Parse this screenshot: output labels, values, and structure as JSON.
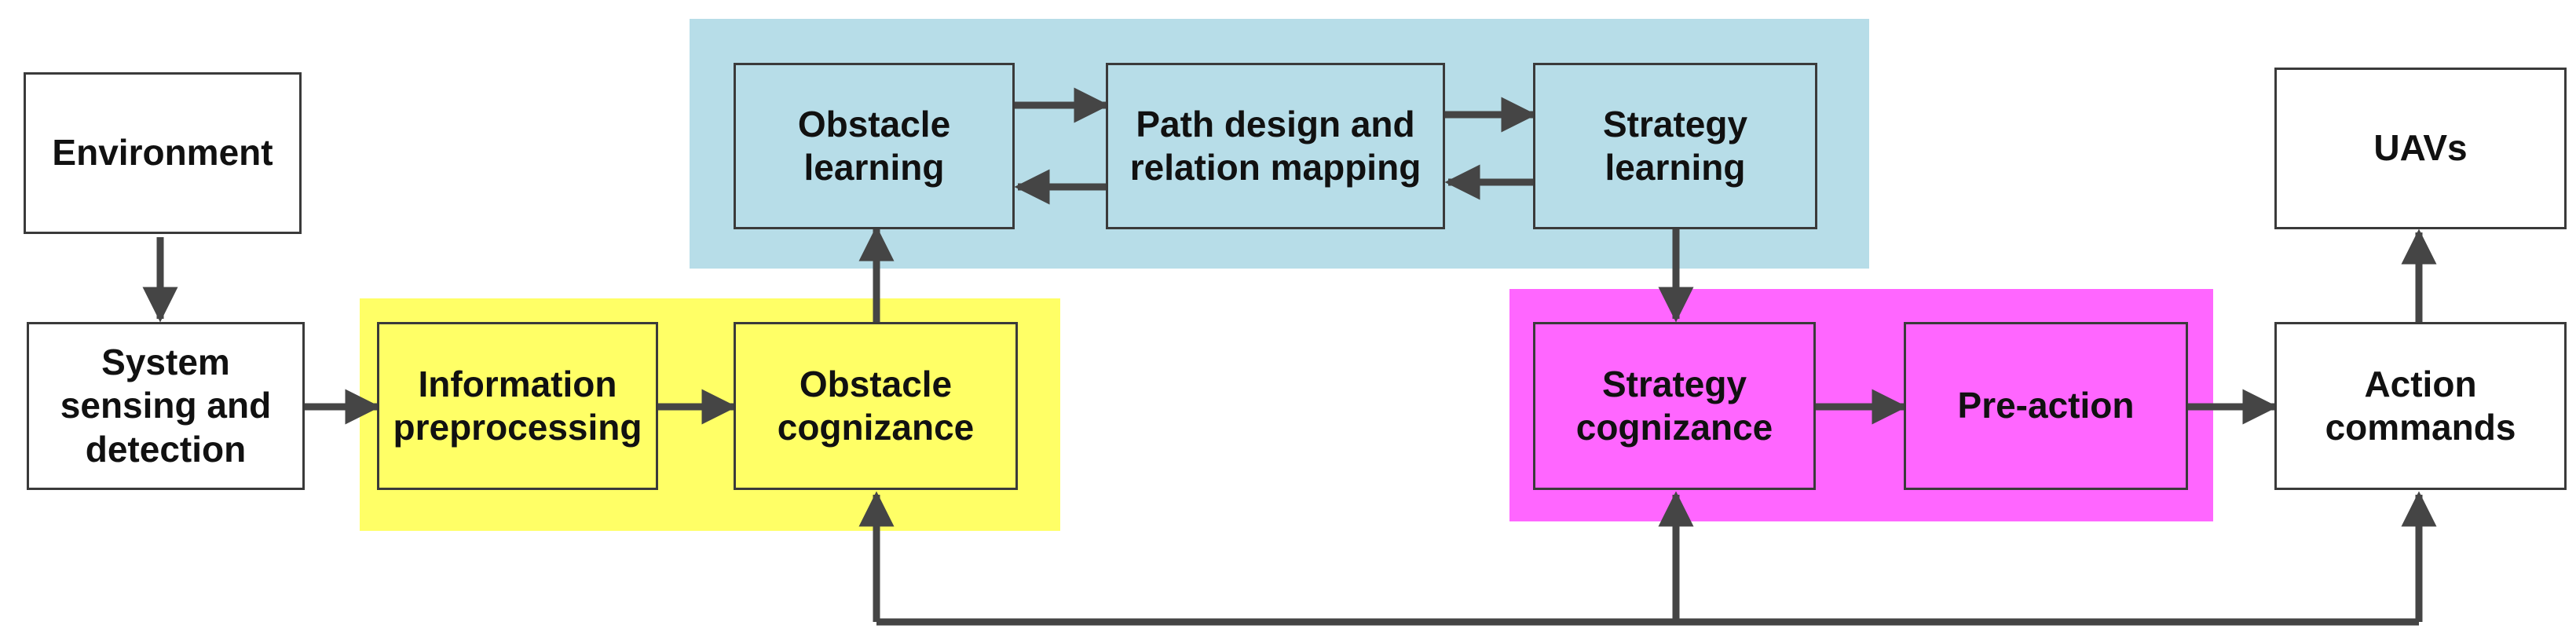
{
  "colors": {
    "learning_region": "#b7dde8",
    "cognition_region": "#ffff66",
    "action_region": "#ff66ff",
    "plain_box": "#ffffff",
    "box_border": "#3a3a3a",
    "arrow": "#454545"
  },
  "nodes": {
    "environment": "Environment",
    "system_sensing": "System\nsensing and\ndetection",
    "information_preprocessing": "Information\npreprocessing",
    "obstacle_cognizance": "Obstacle\ncognizance",
    "obstacle_learning": "Obstacle\nlearning",
    "path_design": "Path design and\nrelation mapping",
    "strategy_learning": "Strategy\nlearning",
    "strategy_cognizance": "Strategy\ncognizance",
    "pre_action": "Pre-action",
    "action_commands": "Action\ncommands",
    "uavs": "UAVs"
  }
}
